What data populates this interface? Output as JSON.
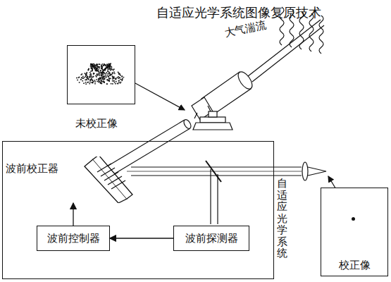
{
  "diagram": {
    "title": "自适应光学系统图像复原技术",
    "nodes": [
      {
        "text": [
          "自适应光学系统"
        ]
      },
      {
        "text": [
          "波前校正器"
        ],
        "in": 0
      },
      {
        "text": [
          "波前控制器"
        ],
        "in": 0
      },
      {
        "text": [
          "波前探测器"
        ],
        "in": 0
      },
      {
        "text": [
          "未校正像"
        ]
      },
      {
        "text": [
          "校正像"
        ]
      }
    ],
    "edges": [
      {
        "from": 3,
        "to": 2,
        "arrow": "to"
      },
      {
        "from": 2,
        "to": 1,
        "arrow": "to"
      }
    ],
    "labels": [
      "大气湍流"
    ]
  }
}
